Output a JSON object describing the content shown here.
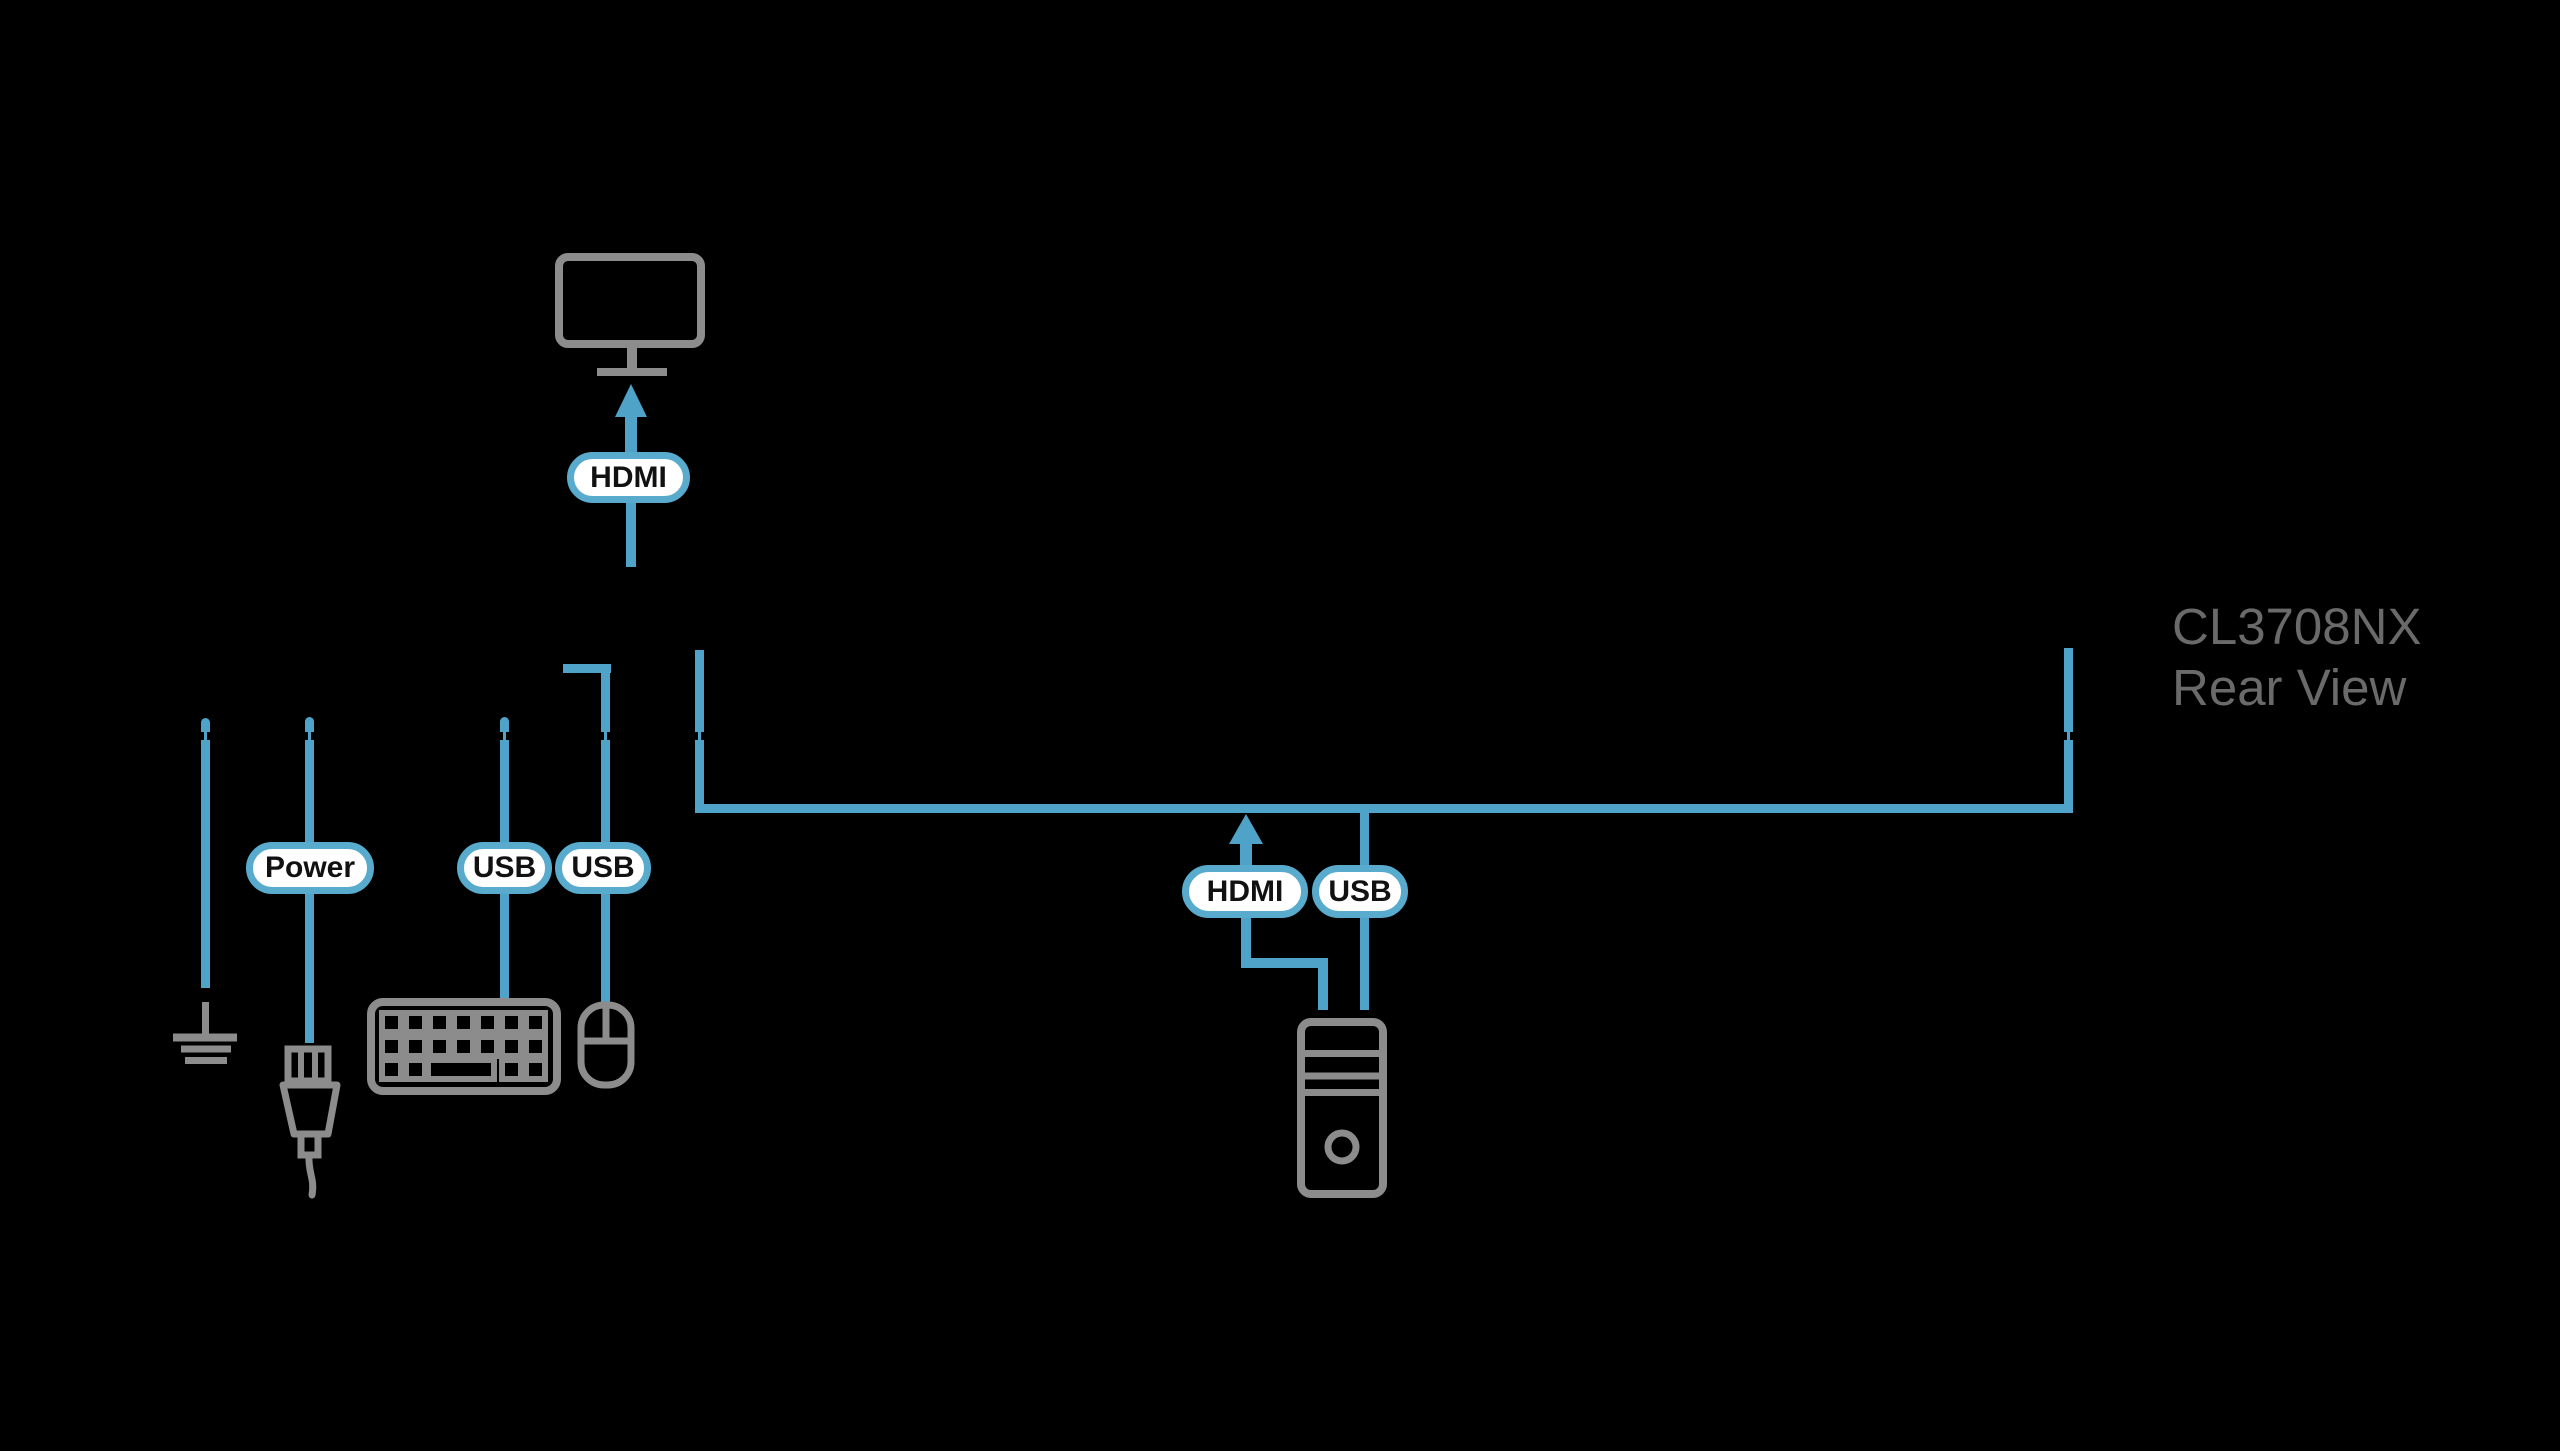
{
  "title": {
    "model": "CL3708NX",
    "view": "Rear View"
  },
  "labels": {
    "console_hdmi": "HDMI",
    "power": "Power",
    "keyboard_usb": "USB",
    "mouse_usb": "USB",
    "source_hdmi": "HDMI",
    "source_usb": "USB"
  },
  "colors": {
    "background": "#000000",
    "cable_blue": "#4FA3C8",
    "pill_border": "#58ABCD",
    "pill_fill": "#FFFFFF",
    "pill_text": "#111111",
    "device_gray": "#8C8C8C",
    "title_gray": "#6A6A6A"
  },
  "icons": {
    "monitor": "monitor-icon",
    "keyboard": "keyboard-icon",
    "mouse": "mouse-icon",
    "ground": "ground-icon",
    "power_plug": "power-plug-icon",
    "computer": "computer-tower-icon",
    "arrow": "arrow-up-icon"
  }
}
